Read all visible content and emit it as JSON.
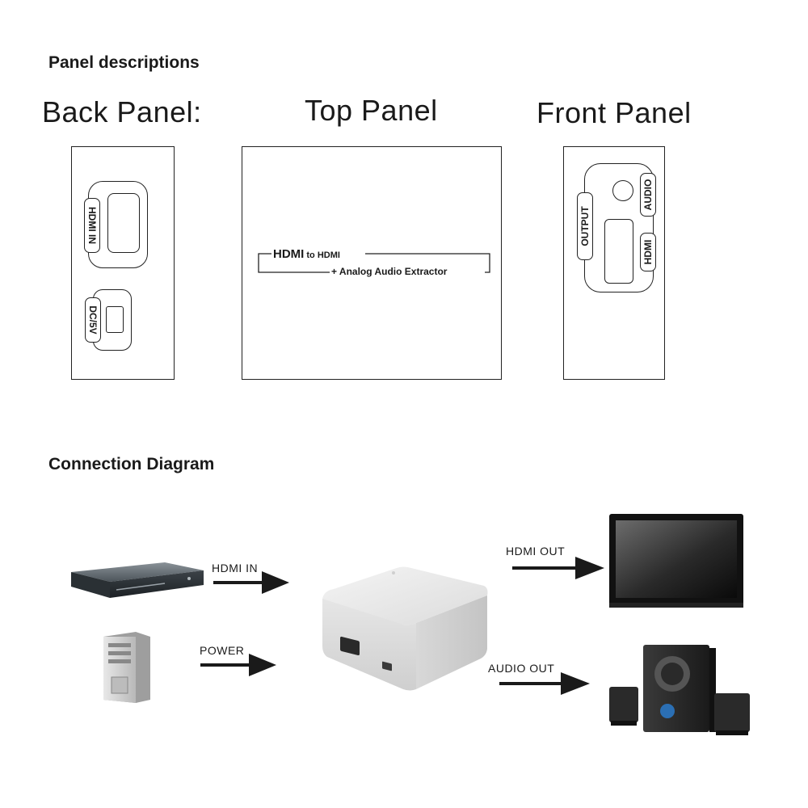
{
  "sections": {
    "panels_title": "Panel descriptions",
    "connection_title": "Connection Diagram"
  },
  "panels": {
    "back": {
      "title": "Back Panel:",
      "hdmi_in_label": "HDMI IN",
      "dc_label": "DC/5V"
    },
    "top": {
      "title": "Top Panel",
      "line1_bold": "HDMI",
      "line1_rest": " to HDMI",
      "line2": "+ Analog Audio Extractor"
    },
    "front": {
      "title": "Front Panel",
      "output_label": "OUTPUT",
      "audio_label": "AUDIO",
      "hdmi_label": "HDMI"
    }
  },
  "connection": {
    "hdmi_in": "HDMI IN",
    "power": "POWER",
    "hdmi_out": "HDMI OUT",
    "audio_out": "AUDIO OUT"
  },
  "icons": {
    "dvd_player": "dvd-player-icon",
    "pc_tower": "pc-tower-icon",
    "extractor_box": "extractor-device-icon",
    "monitor": "monitor-icon",
    "speakers": "speakers-icon"
  }
}
